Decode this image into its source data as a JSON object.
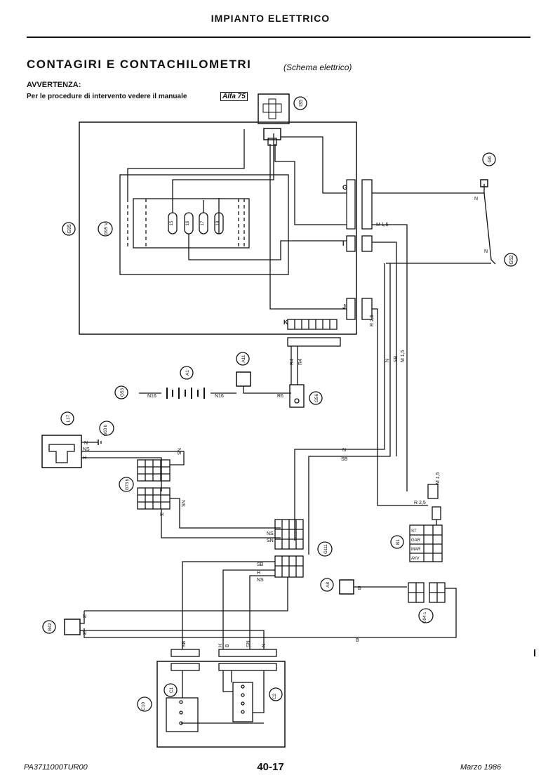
{
  "header": {
    "section": "IMPIANTO ELETTRICO"
  },
  "title": {
    "main": "CONTAGIRI E CONTACHILOMETRI",
    "sub": "(Schema elettrico)"
  },
  "warning": {
    "label": "AVVERTENZA:",
    "text": "Per le procedure di intervento vedere il manuale",
    "ref": "Alfa 75"
  },
  "footer": {
    "code": "PA3711000TUR00",
    "page": "40-17",
    "date": "Marzo 1986"
  },
  "components": {
    "I35": "I35",
    "G95": "G95",
    "G95V": "G95 V",
    "G6": "G6",
    "G52": "G52",
    "A11": "A11",
    "A1": "A1",
    "G53": "G53",
    "G56": "G56",
    "L17": "L17",
    "G63b": "G63 b",
    "G73b": "G73 b",
    "G111": "G111",
    "B1": "B1",
    "A8": "A8",
    "G94c": "G94 c",
    "B42": "B42",
    "C10": "C10",
    "C1": "C1",
    "C2": "C2"
  },
  "wires": {
    "N": "N",
    "SB": "SB",
    "M15": "M 1,5",
    "R25": "R 2,5",
    "R4": "R4",
    "R6": "R6",
    "N16": "N16",
    "NS": "NS",
    "H": "H",
    "SN": "SN",
    "B": "B"
  },
  "connector_letters": {
    "G": "G",
    "I": "I",
    "J": "J",
    "K": "K"
  },
  "gauge_pins": [
    "15",
    "16",
    "17",
    "18"
  ],
  "b1_labels": [
    "ST",
    "GAR",
    "MAR",
    "AVV"
  ]
}
